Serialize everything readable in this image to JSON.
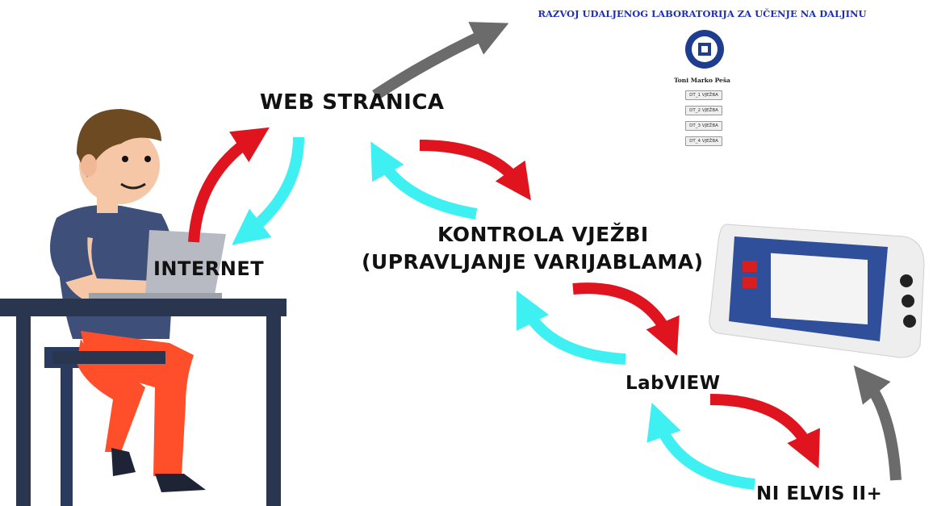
{
  "labels": {
    "web": "WEB STRANICA",
    "internet": "INTERNET",
    "kontrola_line1": "KONTROLA VJEŽBI",
    "kontrola_line2": "(UPRAVLJANJE VARIJABLAMA)",
    "labview": "LabVIEW",
    "elvis": "NI ELVIS II+"
  },
  "webpage": {
    "title": "RAZVOJ UDALJENOG LABORATORIJA ZA UČENJE NA DALJINU",
    "author": "Toni Marko Peša",
    "buttons": [
      "DT_1 VJEŽBA",
      "DT_2 VJEŽBA",
      "DT_3 VJEŽBA",
      "DT_4 VJEŽBA"
    ]
  },
  "colors": {
    "red_arrow": "#e0141e",
    "cyan_arrow": "#3ff0f2",
    "gray_arrow": "#6b6b6b"
  }
}
